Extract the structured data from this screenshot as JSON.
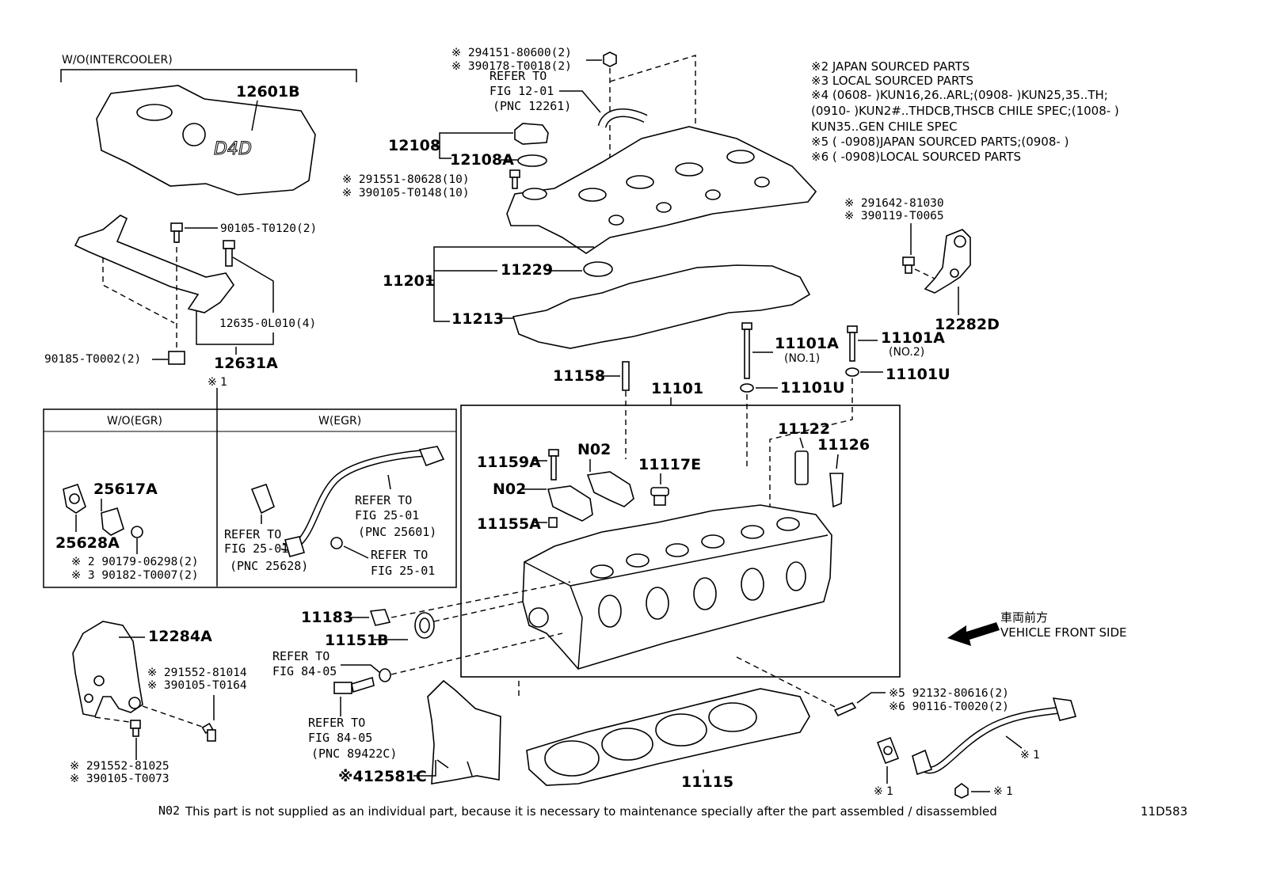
{
  "header": {
    "wo_intercooler": "W/O(INTERCOOLER)"
  },
  "legend_notes": [
    "※2 JAPAN SOURCED PARTS",
    "※3 LOCAL SOURCED PARTS",
    "※4 (0608-       )KUN16,26..ARL;(0908-       )KUN25,35..TH;",
    "(0910-       )KUN2#..THDCB,THSCB CHILE SPEC;(1008-       )",
    "KUN35..GEN CHILE SPEC",
    "※5 (       -0908)JAPAN SOURCED PARTS;(0908-       )",
    "※6 (       -0908)LOCAL SOURCED PARTS"
  ],
  "parts": {
    "p12601B": "12601B",
    "p90105_T0120": "90105-T0120(2)",
    "p12635": "12635-0L010(4)",
    "p90185": "90185-T0002(2)",
    "p12631A": "12631A",
    "mark1": "※ 1",
    "p294151": "※ 294151-80600(2)",
    "p390178": "※ 390178-T0018(2)",
    "refer_fig12": "REFER TO",
    "refer_fig12b": "FIG 12-01",
    "refer_fig12c": "(PNC 12261)",
    "p12108": "12108",
    "p12108A": "12108A",
    "p291551": "※ 291551-80628(10)",
    "p390105_T0148": "※ 390105-T0148(10)",
    "p11201": "11201",
    "p11229": "11229",
    "p11213": "11213",
    "p291642": "※ 291642-81030",
    "p390119": "※ 390119-T0065",
    "p12282D": "12282D",
    "p11101A_1": "11101A",
    "p11101A_1_sub": "(NO.1)",
    "p11101A_2": "11101A",
    "p11101A_2_sub": "(NO.2)",
    "p11101U_1": "11101U",
    "p11101U_2": "11101U",
    "p11158": "11158",
    "p11101": "11101",
    "p11122": "11122",
    "p11126": "11126",
    "p11159A": "11159A",
    "pN02a": "N02",
    "pN02b": "N02",
    "p11117E": "11117E",
    "p11155A": "11155A",
    "p11183": "11183",
    "p11151B": "11151B",
    "refer_fig84a": "REFER TO",
    "refer_fig84a2": "FIG 84-05",
    "refer_fig84b": "REFER TO",
    "refer_fig84b2": "FIG 84-05",
    "refer_fig84b3": "(PNC 89422C)",
    "p12284A": "12284A",
    "p291552_81014": "※ 291552-81014",
    "p390105_T0164": "※ 390105-T0164",
    "p291552_81025": "※ 291552-81025",
    "p390105_T0073": "※ 390105-T0073",
    "p12581C": "※412581C",
    "p11115": "11115",
    "p92132": "※5 92132-80616(2)",
    "p90116": "※6 90116-T0020(2)",
    "mark1b": "※ 1",
    "mark1c": "※ 1",
    "mark1d": "※ 1",
    "vehicle_front_jp": "車両前方",
    "vehicle_front": "VEHICLE FRONT SIDE"
  },
  "egr_box": {
    "wo_egr": "W/O(EGR)",
    "w_egr": "W(EGR)",
    "p25617A": "25617A",
    "p25628A": "25628A",
    "p90179": "※ 2 90179-06298(2)",
    "p90182": "※ 3 90182-T0007(2)",
    "refer1": "REFER TO",
    "refer1b": "FIG 25-01",
    "refer1c": "(PNC 25628)",
    "refer2": "REFER TO",
    "refer2b": "FIG 25-01",
    "refer2c": "(PNC 25601)",
    "refer3": "REFER TO",
    "refer3b": "FIG 25-01"
  },
  "footer": {
    "n02_code": "N02",
    "n02_text": "This part is not supplied as an individual part, because it is necessary to maintenance specially after the part assembled / disassembled",
    "diagram_id": "11D583"
  }
}
